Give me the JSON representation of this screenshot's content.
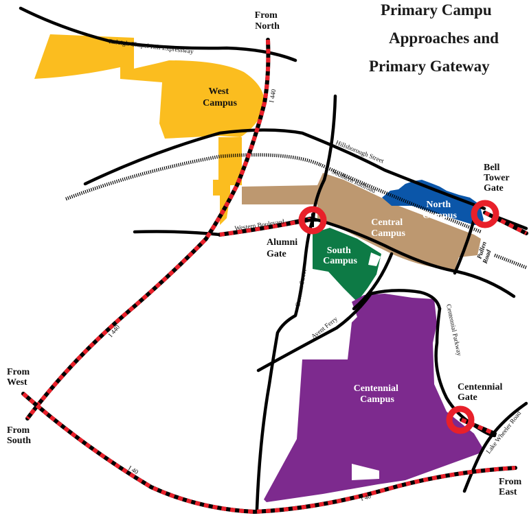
{
  "title": {
    "line1": "Primary Campu",
    "line2": "Approaches and",
    "line3": "Primary Gateway"
  },
  "campuses": {
    "west": {
      "line1": "West",
      "line2": "Campus",
      "color": "#fbbd1f"
    },
    "central": {
      "line1": "Central",
      "line2": "Campus",
      "color": "#bd9870"
    },
    "north": {
      "line1": "North",
      "line2": "Campus",
      "color": "#0b56a9"
    },
    "south": {
      "line1": "South",
      "line2": "Campus",
      "color": "#0d7a45"
    },
    "centennial": {
      "line1": "Centennial",
      "line2": "Campus",
      "color": "#7d2a8e"
    }
  },
  "gates": {
    "alumni": {
      "line1": "Alumni",
      "line2": "Gate"
    },
    "bell_tower": {
      "line1": "Bell",
      "line2": "Tower",
      "line3": "Gate"
    },
    "centennial": {
      "line1": "Centennial",
      "line2": "Gate"
    },
    "marker_color": "#e8202a"
  },
  "approaches": {
    "north": {
      "line1": "From",
      "line2": "North"
    },
    "west": {
      "line1": "From",
      "line2": "West"
    },
    "south": {
      "line1": "From",
      "line2": "South"
    },
    "east": {
      "line1": "From",
      "line2": "East"
    }
  },
  "roads": {
    "raleigh_chapel_hill": "Raleigh Chapel Hill Expressway",
    "i440_north": "I 440",
    "i440_west": "I 440",
    "hillsborough": "Hillsborough Street",
    "southern_railroad": "Southern Railroad",
    "western_blvd": "Western Boulevard",
    "gorman": "Gorman Street",
    "avent_ferry": "Avent Ferry",
    "centennial_pkwy": "Centennial Parkway",
    "pullen_line1": "Pullen",
    "pullen_line2": "Road",
    "lake_wheeler": "Lake Wheeler Road",
    "i40_west": "I 40",
    "i40_east": "I 40"
  },
  "highway_colors": {
    "dash": "#e8202a",
    "base": "#000000"
  }
}
